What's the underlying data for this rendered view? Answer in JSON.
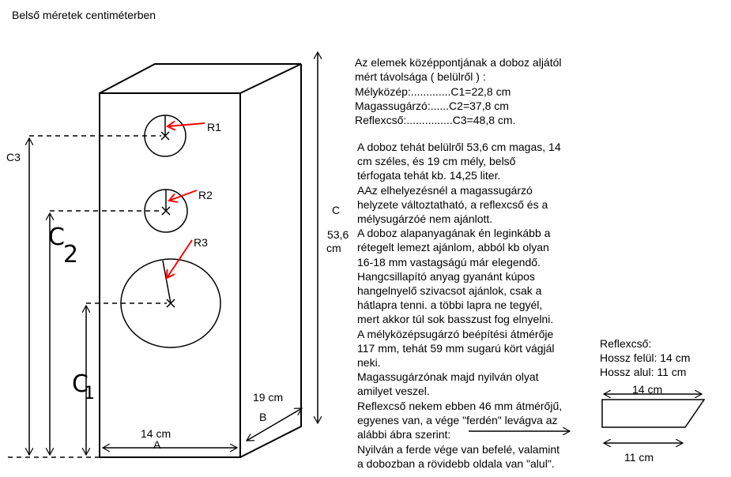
{
  "title": "Belső méretek centiméterben",
  "labels": {
    "C3": "C3",
    "C2": "C",
    "C2_sub": "2",
    "C1": "C",
    "C1_sub": "1",
    "R1": "R1",
    "R2": "R2",
    "R3": "R3",
    "C": "C",
    "height_value": "53,6",
    "height_unit": "cm",
    "width": "14 cm",
    "A": "A",
    "depth": "19 cm",
    "B": "B"
  },
  "center_distances": {
    "intro_line1": "Az elemek középpontjának a doboz aljától",
    "intro_line2": "mért távolsága ( belülről ) :",
    "items": [
      "Mélyközép:.............C1=22,8 cm",
      "Magassugárzó:......C2=37,8 cm",
      "Reflexcső:...............C3=48,8 cm."
    ]
  },
  "description_lines": [
    "A doboz tehát belülről 53,6 cm magas, 14",
    "cm széles, és 19 cm mély, belső",
    "térfogata tehát kb. 14,25 liter.",
    "AAz elhelyezésnél a magassugárzó",
    "helyzete változtatható, a reflexcső és a",
    "mélysugárzóé nem ajánlott.",
    "A doboz alapanyagának én leginkább a",
    "rétegelt lemezt ajánlom, abból kb olyan",
    "16-18 mm vastagságú már elegendő.",
    "Hangcsillapító anyag gyanánt kúpos",
    "hangelnyelő szivacsot ajánlok, csak a",
    "hátlapra tenni. a többi lapra ne tegyél,",
    "mert akkor túl sok basszust fog elnyelni.",
    "A mélyközépsugárzó beépítési átmérője",
    "117 mm, tehát 59 mm sugarú kört vágjál",
    "neki.",
    "Magassugárzónak majd nyilván olyat",
    "amilyet veszel.",
    "Reflexcső nekem ebben 46 mm átmérőjű,",
    "egyenes van, a vége \"ferdén\" levágva az",
    "alábbi ábra szerint:"
  ],
  "closing_lines": [
    "Nyilván a ferde vége van befelé, valamint",
    "a dobozban a rövidebb oldala van \"alul\"."
  ],
  "reflex_tube": {
    "heading": "Reflexcső:",
    "top_length": "Hossz felül: 14 cm",
    "bottom_length": "Hossz alul: 11 cm",
    "top_dim": "14 cm",
    "bottom_dim": "11 cm"
  },
  "colors": {
    "ink": "#000000",
    "arrow_red": "#ff0000",
    "background": "#ffffff"
  }
}
